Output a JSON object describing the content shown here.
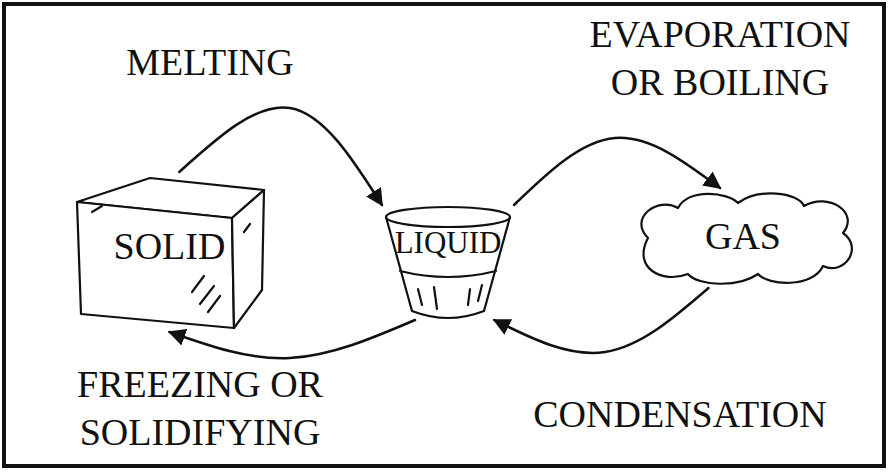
{
  "diagram": {
    "nodes": [
      {
        "text": [
          "SOLID"
        ]
      },
      {
        "text": [
          "LIQUID"
        ]
      },
      {
        "text": [
          "GAS"
        ]
      }
    ],
    "edges": [
      {
        "from": 0,
        "to": 1,
        "label": "MELTING",
        "arrow": "to"
      },
      {
        "from": 1,
        "to": 2,
        "label": "EVAPORATION OR BOILING",
        "arrow": "to"
      },
      {
        "from": 2,
        "to": 1,
        "label": "CONDENSATION",
        "arrow": "to"
      },
      {
        "from": 1,
        "to": 0,
        "label": "FREEZING OR SOLIDIFYING",
        "arrow": "to"
      }
    ]
  }
}
